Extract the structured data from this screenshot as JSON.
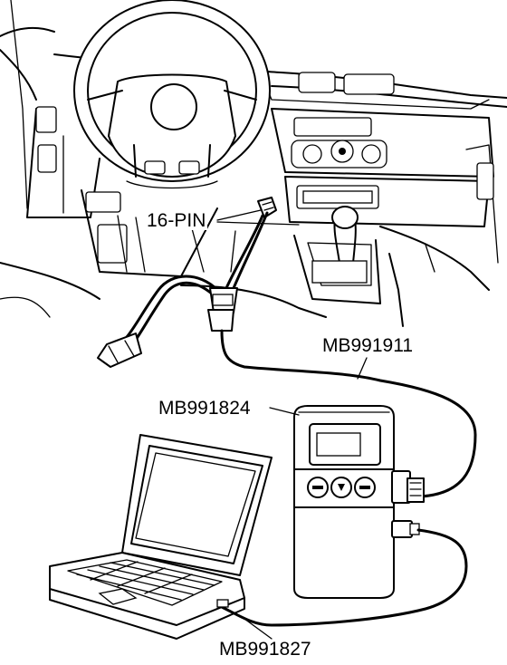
{
  "labels": {
    "connector": "16-PIN",
    "cable_main": "MB991911",
    "interface_box": "MB991824",
    "usb_cable": "MB991827"
  },
  "colors": {
    "line": "#000000",
    "background": "#ffffff"
  }
}
